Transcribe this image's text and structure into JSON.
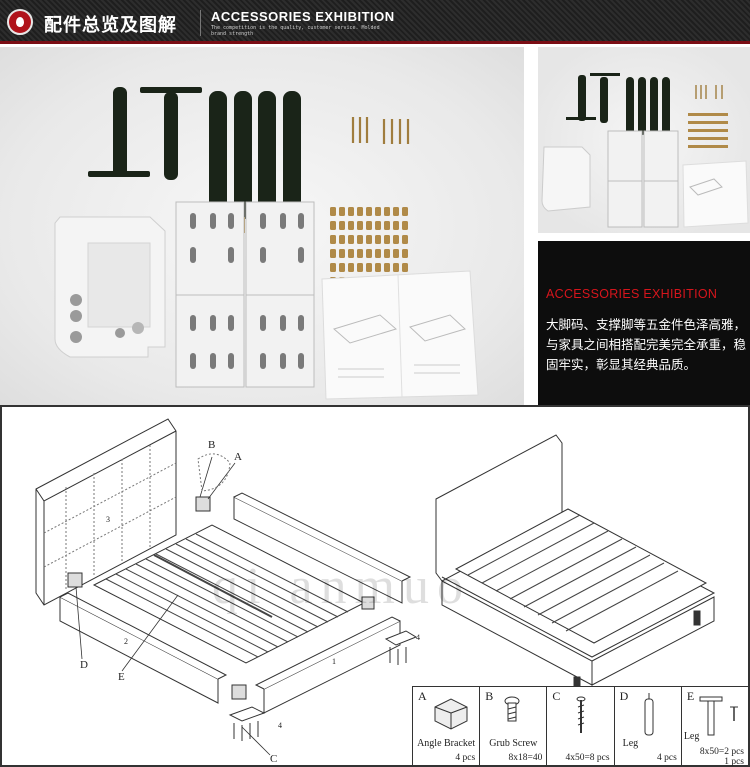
{
  "header": {
    "title_cn": "配件总览及图解",
    "title_en": "ACCESSORIES EXHIBITION",
    "subtitle": "The competition is the quality, customer service. Molded brand strength"
  },
  "info": {
    "title": "ACCESSORIES EXHIBITION",
    "body": "大脚码、支撑脚等五金件色泽高雅，与家具之间相搭配完美完全承重，稳固牢实，彰显其经典品质。"
  },
  "diagram": {
    "watermark": "qi anmuo",
    "labels": {
      "a": "A",
      "b": "B",
      "c": "C",
      "d": "D",
      "e": "E",
      "n1": "1",
      "n2": "2",
      "n3": "3",
      "n4a": "4",
      "n4b": "4"
    }
  },
  "parts": [
    {
      "letter": "A",
      "name": "Angle Bracket",
      "qty": "4 pcs"
    },
    {
      "letter": "B",
      "name": "Grub Screw",
      "qty": "8x18=40"
    },
    {
      "letter": "C",
      "name": "",
      "qty": "4x50=8 pcs"
    },
    {
      "letter": "D",
      "name": "Leg",
      "qty": "4 pcs"
    },
    {
      "letter": "E",
      "name": "Leg",
      "qty": "8x50=2 pcs",
      "qty2": "1 pcs"
    }
  ],
  "colors": {
    "accent_red": "#d6151c",
    "header_border": "#7a0d14",
    "legs": "#1a2418",
    "screws": "#b08a48"
  }
}
